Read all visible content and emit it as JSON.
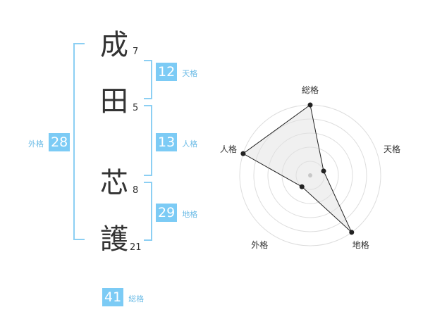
{
  "chars": [
    {
      "char": "成",
      "strokes": "7"
    },
    {
      "char": "田",
      "strokes": "5"
    },
    {
      "char": "芯",
      "strokes": "8"
    },
    {
      "char": "護",
      "strokes": "21"
    }
  ],
  "kaku": {
    "tenkaku": {
      "value": "12",
      "label": "天格"
    },
    "jinkaku": {
      "value": "13",
      "label": "人格"
    },
    "chikaku": {
      "value": "29",
      "label": "地格"
    },
    "gaikaku": {
      "value": "28",
      "label": "外格"
    },
    "soukaku": {
      "value": "41",
      "label": "総格"
    }
  },
  "colors": {
    "accent": "#7ccbf5",
    "bracket": "#8ccff3",
    "label": "#6bbbe6"
  },
  "chart_data": {
    "type": "radar",
    "axes": [
      "総格",
      "天格",
      "地格",
      "外格",
      "人格"
    ],
    "values": [
      5,
      1,
      5,
      1,
      5
    ],
    "range": [
      0,
      5
    ],
    "rings": 5
  }
}
